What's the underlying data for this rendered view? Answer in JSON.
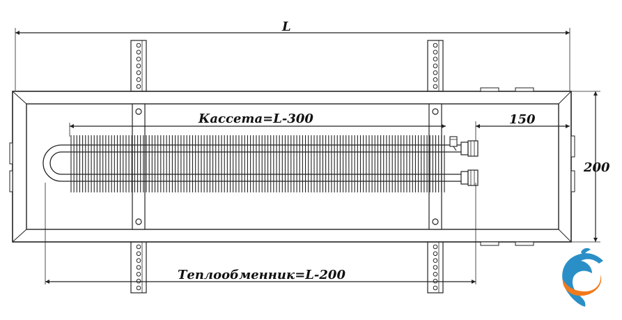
{
  "dimensions": {
    "overall_length": "L",
    "cassette": "Кассета=L-300",
    "offset": "150",
    "height": "200",
    "heat_exchanger": "Теплообменник=L-200"
  },
  "logo": {
    "icon": "dolphin-logo-icon",
    "colors": {
      "dolphin": "#2a8fc7",
      "swoosh": "#f07a1c"
    }
  },
  "colors": {
    "line": "#222222",
    "frame_fill": "#ffffff"
  },
  "fins": {
    "fin_count": 130
  },
  "brackets": {
    "hole_count": 7
  }
}
